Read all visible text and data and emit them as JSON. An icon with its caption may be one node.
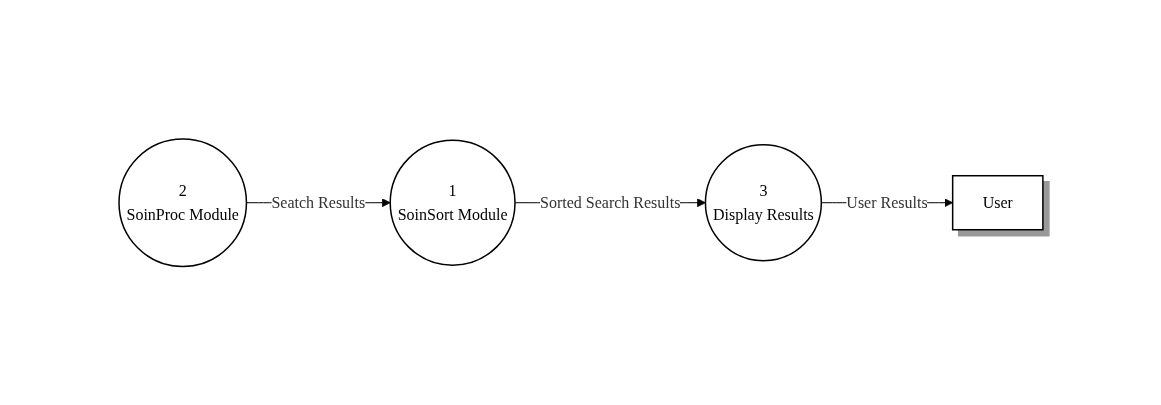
{
  "diagram": {
    "nodes": [
      {
        "text": [
          "2",
          "SoinProc Module"
        ]
      },
      {
        "text": [
          "1",
          "SoinSort Module"
        ]
      },
      {
        "text": [
          "3",
          "Display Results"
        ]
      },
      {
        "text": [
          "User"
        ]
      }
    ],
    "edges": [
      {
        "from": 0,
        "to": 1,
        "arrow": "to",
        "label": "Seatch Results"
      },
      {
        "from": 1,
        "to": 2,
        "arrow": "to",
        "label": "Sorted Search Results"
      },
      {
        "from": 2,
        "to": 3,
        "arrow": "to",
        "label": "User Results"
      }
    ]
  }
}
